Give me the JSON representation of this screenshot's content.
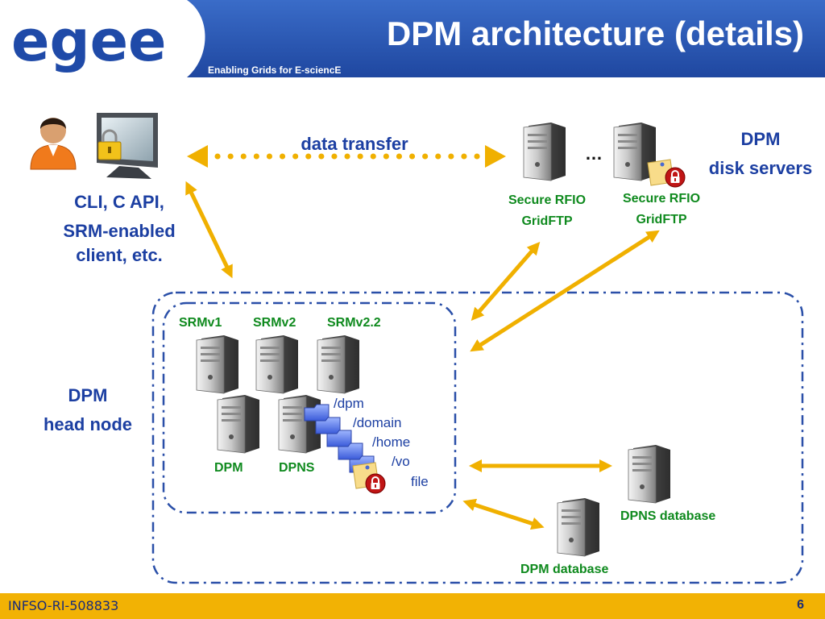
{
  "header": {
    "logo_text": "egee",
    "tagline": "Enabling Grids for E-sciencE",
    "title": "DPM architecture (details)"
  },
  "client": {
    "line1": "CLI, C API,",
    "line2": "SRM-enabled",
    "line3": "client, etc."
  },
  "transfer_label": "data transfer",
  "ellipsis": "…",
  "disk_servers": {
    "title_line1": "DPM",
    "title_line2": "disk servers",
    "server1_line1": "Secure RFIO",
    "server1_line2": "GridFTP",
    "server2_line1": "Secure RFIO",
    "server2_line2": "GridFTP"
  },
  "head_node": {
    "title_line1": "DPM",
    "title_line2": "head node",
    "srm_labels": [
      "SRMv1",
      "SRMv2",
      "SRMv2.2"
    ],
    "dpm_label": "DPM",
    "dpns_label": "DPNS",
    "namespace": [
      "/dpm",
      "/domain",
      "/home",
      "/vo",
      "file"
    ]
  },
  "databases": {
    "dpns": "DPNS database",
    "dpm": "DPM database"
  },
  "footer": {
    "left": "INFSO-RI-508833",
    "page": "6"
  },
  "colors": {
    "header_blue": "#2a56b4",
    "footer_gold": "#f2b204",
    "arrow_gold": "#f0b000",
    "text_blue": "#1c3fa2",
    "text_green": "#0f8a1e"
  },
  "icons": [
    "person-icon",
    "monitor-lock-icon",
    "server-icon",
    "folder-icon",
    "padlock-icon",
    "egee-logo"
  ]
}
